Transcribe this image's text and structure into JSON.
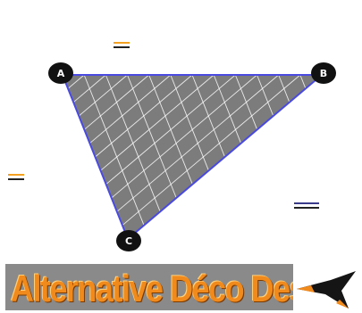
{
  "vertices": [
    {
      "id": "A",
      "label": "A"
    },
    {
      "id": "B",
      "label": "B"
    },
    {
      "id": "C",
      "label": "C"
    }
  ],
  "logo": {
    "text": "Alternative Déco Design"
  },
  "colors": {
    "edge": "#4a4ae0",
    "mesh_fill": "#7c7c7c",
    "mesh_line": "#ffffff",
    "vertex_fill": "#111111",
    "logo_text": "#f08a1c",
    "logo_bg": "#8a8a8a",
    "logo_mark_dark": "#151515",
    "logo_mark_accent": "#f08a1c"
  }
}
